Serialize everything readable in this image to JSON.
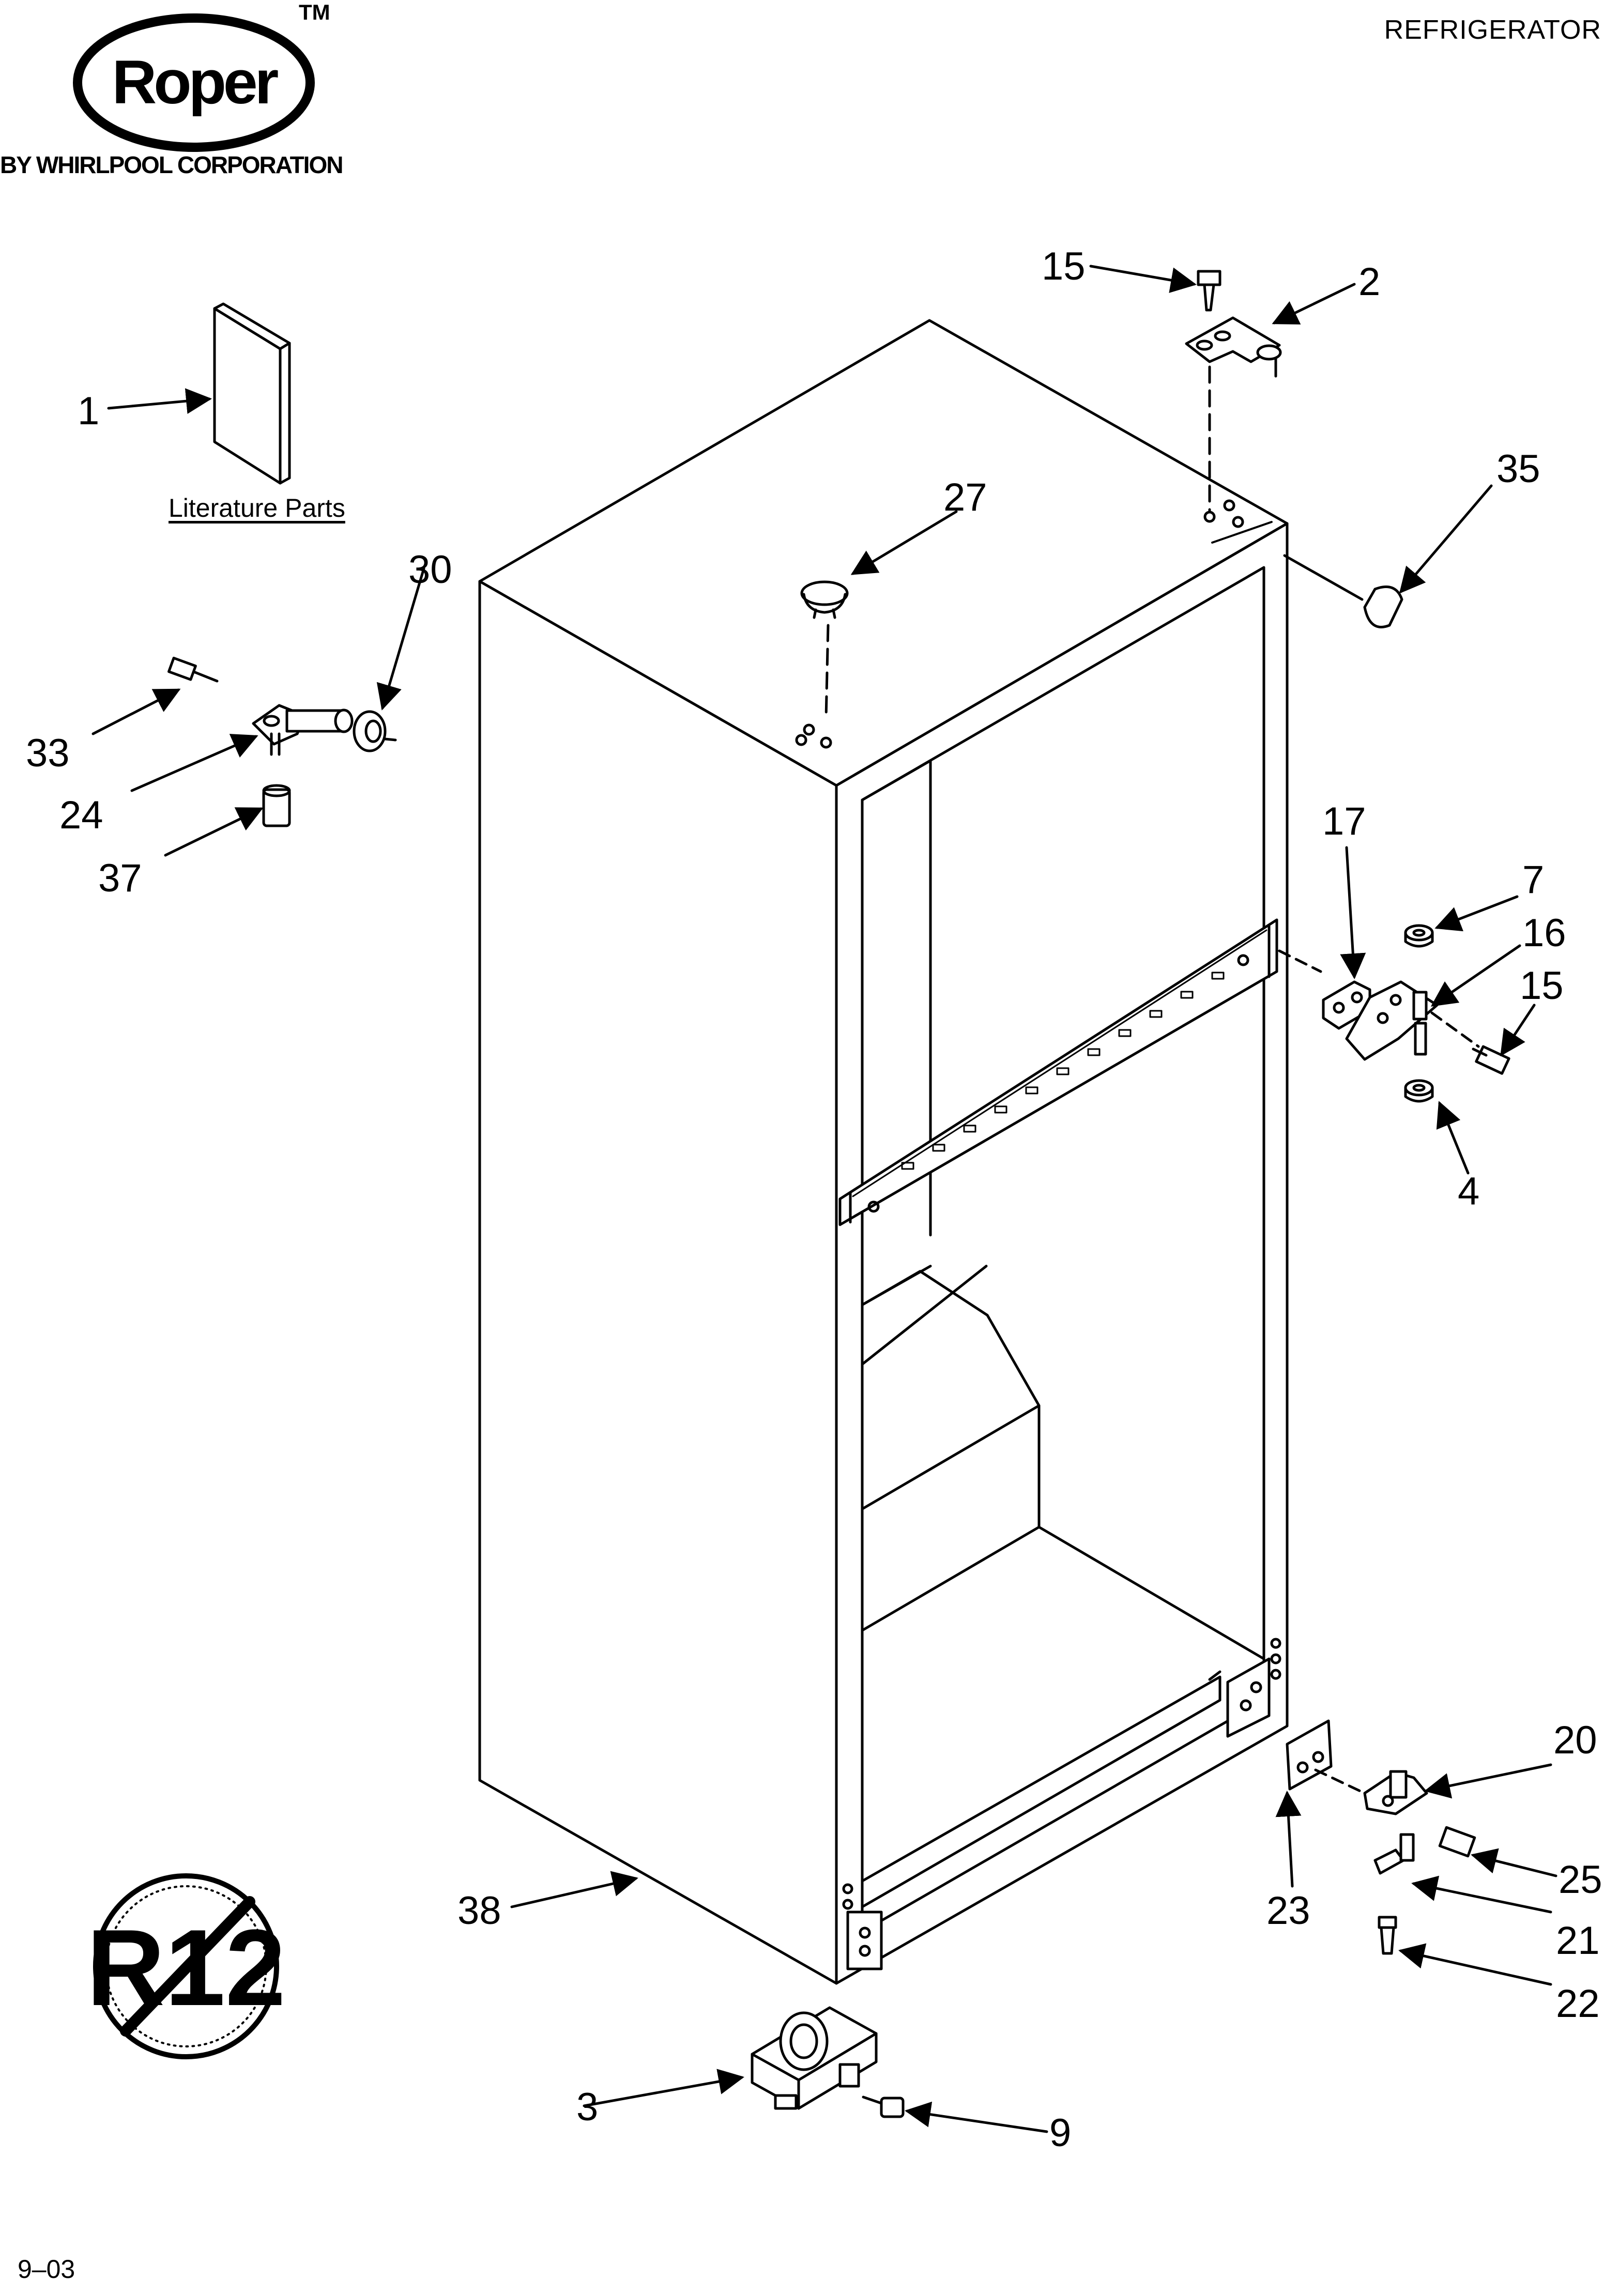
{
  "header": {
    "brand_logo": "Roper",
    "trademark": "TM",
    "byline": "BY WHIRLPOOL CORPORATION",
    "category": "REFRIGERATOR"
  },
  "literature_label": "Literature Parts",
  "badge": {
    "text": "R12",
    "meaning": "no-r12"
  },
  "footer": {
    "date_code": "9–03"
  },
  "callouts": [
    {
      "id": "1",
      "label": "1"
    },
    {
      "id": "2",
      "label": "2"
    },
    {
      "id": "3",
      "label": "3"
    },
    {
      "id": "4",
      "label": "4"
    },
    {
      "id": "7",
      "label": "7"
    },
    {
      "id": "9",
      "label": "9"
    },
    {
      "id": "15a",
      "label": "15"
    },
    {
      "id": "15b",
      "label": "15"
    },
    {
      "id": "16",
      "label": "16"
    },
    {
      "id": "17",
      "label": "17"
    },
    {
      "id": "20",
      "label": "20"
    },
    {
      "id": "21",
      "label": "21"
    },
    {
      "id": "22",
      "label": "22"
    },
    {
      "id": "23",
      "label": "23"
    },
    {
      "id": "24",
      "label": "24"
    },
    {
      "id": "25",
      "label": "25"
    },
    {
      "id": "27",
      "label": "27"
    },
    {
      "id": "30",
      "label": "30"
    },
    {
      "id": "33",
      "label": "33"
    },
    {
      "id": "35",
      "label": "35"
    },
    {
      "id": "37",
      "label": "37"
    },
    {
      "id": "38",
      "label": "38"
    }
  ]
}
